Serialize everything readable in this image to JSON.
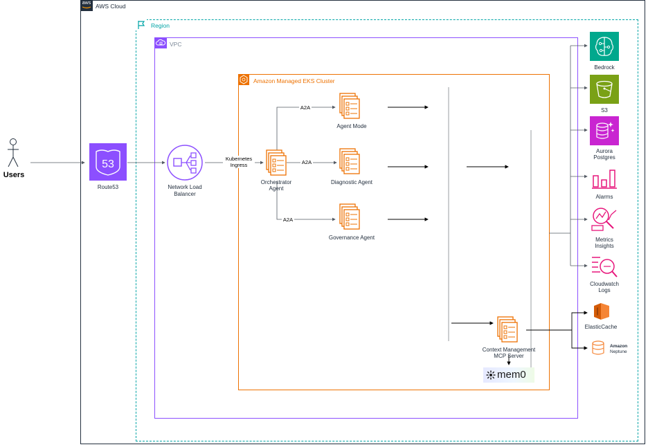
{
  "groups": {
    "cloud": "AWS Cloud",
    "cloud_badge": "aws",
    "region": "Region",
    "vpc": "VPC",
    "eks": "Amazon Managed EKS Cluster"
  },
  "actors": {
    "users": "Users"
  },
  "nodes": {
    "route53": "Route53",
    "route53_glyph": "53",
    "nlb_line1": "Network Load",
    "nlb_line2": "Balancer",
    "orchestrator_line1": "Orchestrator",
    "orchestrator_line2": "Agent",
    "agent_mode": "Agent Mode",
    "diagnostic": "Diagnostic Agent",
    "governance": "Governance Agent",
    "context_line1": "Context Management",
    "context_line2": "MCP Server",
    "mem0": "mem0"
  },
  "edges": {
    "ingress_line1": "Kubernetes",
    "ingress_line2": "Ingress",
    "a2a_1": "A2A",
    "a2a_2": "A2A",
    "a2a_3": "A2A"
  },
  "services": {
    "bedrock": "Bedrock",
    "s3": "S3",
    "aurora_line1": "Aurora",
    "aurora_line2": "Postgres",
    "alarms": "Alarms",
    "metrics_line1": "Metrics",
    "metrics_line2": "Insights",
    "cw_line1": "Cloudwatch",
    "cw_line2": "Logs",
    "elasticache": "ElasticCache",
    "neptune_line1": "Amazon",
    "neptune_line2": "Neptune"
  },
  "colors": {
    "cloud_border": "#232f3e",
    "region_border": "#00a4a6",
    "vpc_border": "#8c4fff",
    "eks_border": "#ed7100",
    "bedrock": "#01a88d",
    "s3": "#7aa116",
    "aurora": "#c925d1",
    "monitoring": "#e7157b",
    "network": "#8c4fff"
  }
}
